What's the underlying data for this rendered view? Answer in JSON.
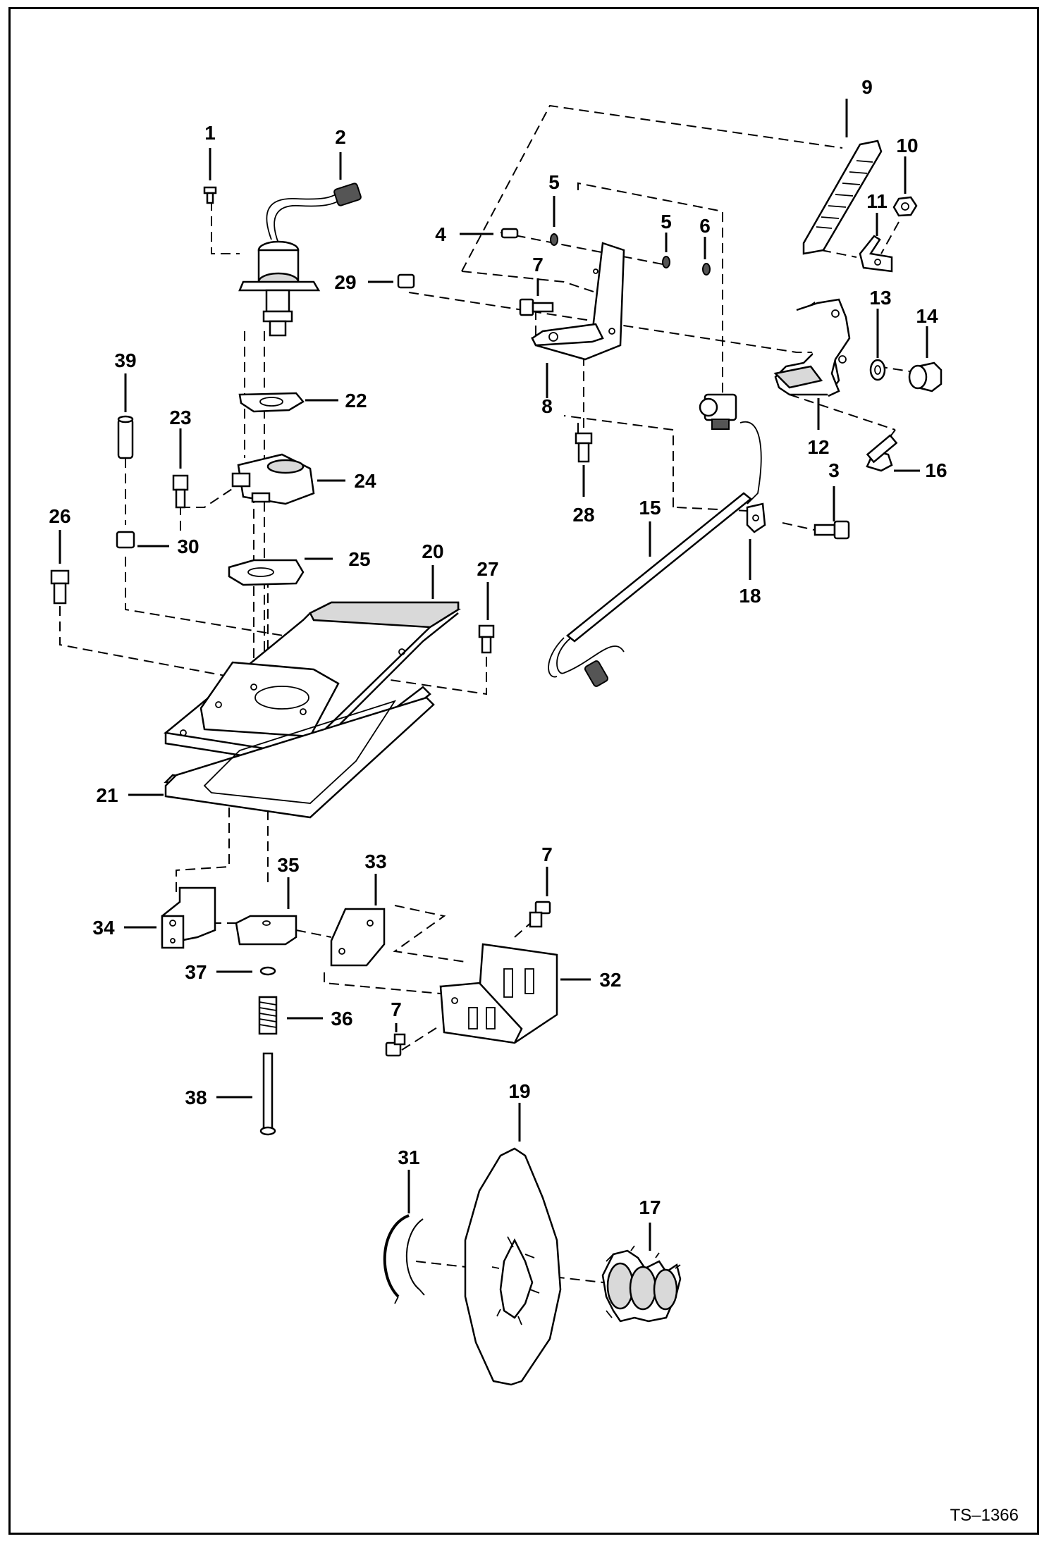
{
  "drawing_code": "TS–1366",
  "callouts": [
    {
      "id": "c1",
      "label": "1"
    },
    {
      "id": "c2",
      "label": "2"
    },
    {
      "id": "c3",
      "label": "3"
    },
    {
      "id": "c4",
      "label": "4"
    },
    {
      "id": "c5a",
      "label": "5"
    },
    {
      "id": "c5b",
      "label": "5"
    },
    {
      "id": "c6",
      "label": "6"
    },
    {
      "id": "c7a",
      "label": "7"
    },
    {
      "id": "c7b",
      "label": "7"
    },
    {
      "id": "c7c",
      "label": "7"
    },
    {
      "id": "c8",
      "label": "8"
    },
    {
      "id": "c9",
      "label": "9"
    },
    {
      "id": "c10",
      "label": "10"
    },
    {
      "id": "c11",
      "label": "11"
    },
    {
      "id": "c12",
      "label": "12"
    },
    {
      "id": "c13",
      "label": "13"
    },
    {
      "id": "c14",
      "label": "14"
    },
    {
      "id": "c15",
      "label": "15"
    },
    {
      "id": "c16",
      "label": "16"
    },
    {
      "id": "c17",
      "label": "17"
    },
    {
      "id": "c18",
      "label": "18"
    },
    {
      "id": "c19",
      "label": "19"
    },
    {
      "id": "c20",
      "label": "20"
    },
    {
      "id": "c21",
      "label": "21"
    },
    {
      "id": "c22",
      "label": "22"
    },
    {
      "id": "c23",
      "label": "23"
    },
    {
      "id": "c24",
      "label": "24"
    },
    {
      "id": "c25",
      "label": "25"
    },
    {
      "id": "c26",
      "label": "26"
    },
    {
      "id": "c27",
      "label": "27"
    },
    {
      "id": "c28",
      "label": "28"
    },
    {
      "id": "c29",
      "label": "29"
    },
    {
      "id": "c30",
      "label": "30"
    },
    {
      "id": "c31",
      "label": "31"
    },
    {
      "id": "c32",
      "label": "32"
    },
    {
      "id": "c33",
      "label": "33"
    },
    {
      "id": "c34",
      "label": "34"
    },
    {
      "id": "c35",
      "label": "35"
    },
    {
      "id": "c36",
      "label": "36"
    },
    {
      "id": "c37",
      "label": "37"
    },
    {
      "id": "c38",
      "label": "38"
    },
    {
      "id": "c39",
      "label": "39"
    }
  ]
}
